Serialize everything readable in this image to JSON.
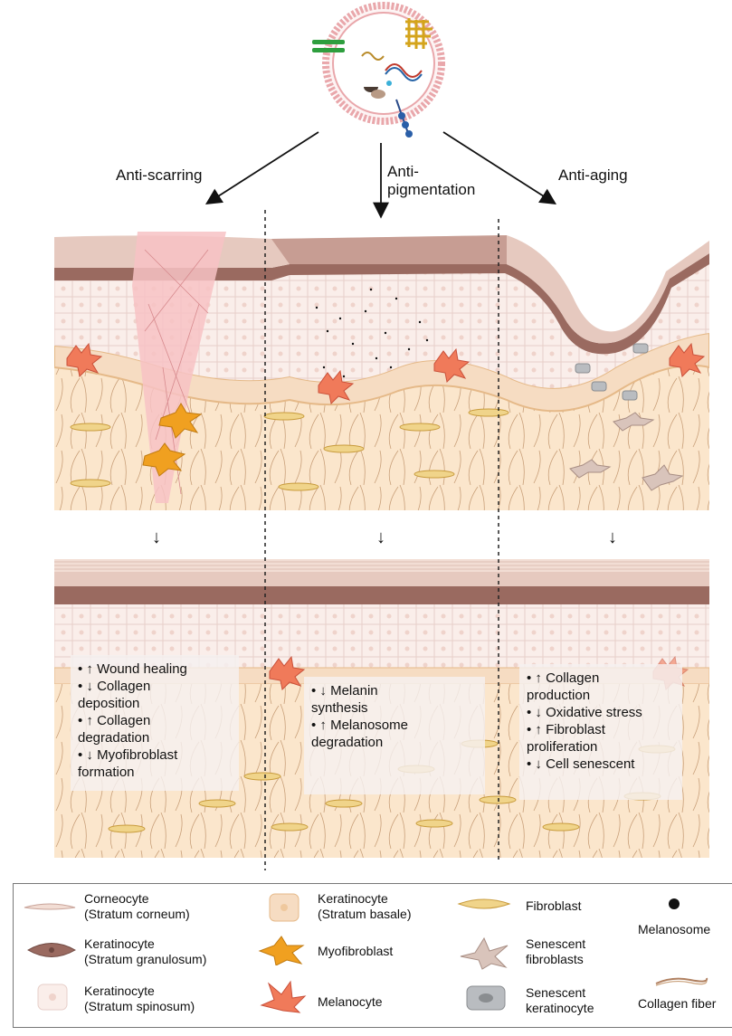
{
  "top_labels": {
    "anti_scarring": "Anti-scarring",
    "anti_pigmentation_l1": "Anti-",
    "anti_pigmentation_l2": "pigmentation",
    "anti_aging": "Anti-aging"
  },
  "effects": {
    "scarring": [
      "• ↑ Wound healing",
      "• ↓ Collagen",
      "deposition",
      "• ↑ Collagen",
      "degradation",
      "• ↓ Myofibroblast",
      "formation"
    ],
    "pigmentation": [
      "• ↓ Melanin",
      "synthesis",
      "• ↑ Melanosome",
      "degradation"
    ],
    "aging": [
      "• ↑ Collagen",
      "production",
      "• ↓ Oxidative stress",
      "• ↑ Fibroblast",
      "proliferation",
      "• ↓ Cell senescent"
    ]
  },
  "legend": {
    "corneocyte_l1": "Corneocyte",
    "corneocyte_l2": "(Stratum corneum)",
    "granulosum_l1": "Keratinocyte",
    "granulosum_l2": "(Stratum granulosum)",
    "spinosum_l1": "Keratinocyte",
    "spinosum_l2": "(Stratum spinosum)",
    "basale_l1": "Keratinocyte",
    "basale_l2": "(Stratum basale)",
    "myofibroblast": "Myofibroblast",
    "melanocyte": "Melanocyte",
    "fibroblast": "Fibroblast",
    "senescent_fib_l1": "Senescent",
    "senescent_fib_l2": "fibroblasts",
    "senescent_ker_l1": "Senescent",
    "senescent_ker_l2": "keratinocyte",
    "melanosome": "Melanosome",
    "collagen_fiber": "Collagen fiber"
  },
  "colors": {
    "dermis": "#fbe6cc",
    "epidermis": "#f8e4dc",
    "granulosum": "#9a6a60",
    "corneum": "#e6c9bf",
    "scar": "#f7c2c4",
    "fibroblast": "#f0d48a",
    "melanocyte": "#f07a5a",
    "myofibroblast": "#f0a020"
  }
}
